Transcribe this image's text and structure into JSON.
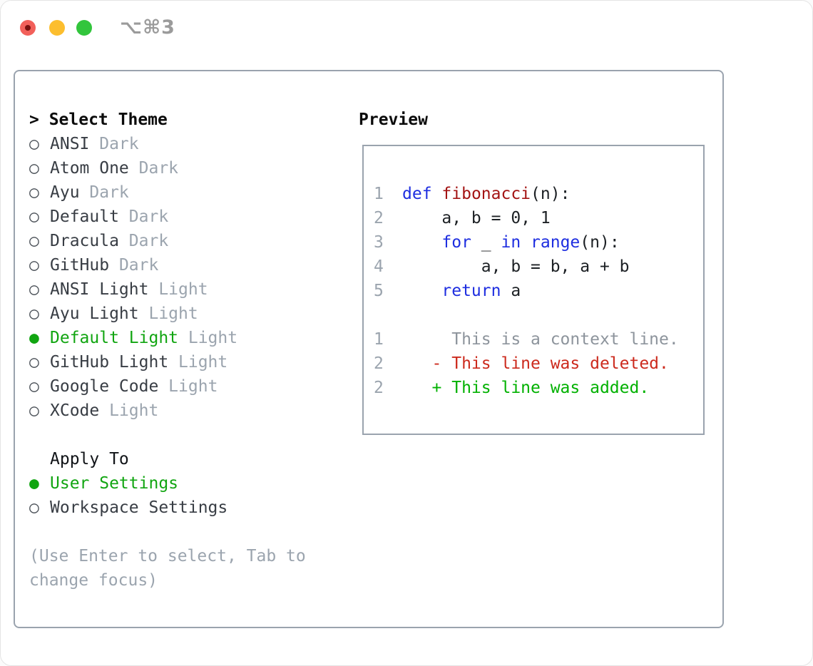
{
  "window": {
    "shortcut": "⌥⌘3",
    "traffic_lights": [
      {
        "name": "close"
      },
      {
        "name": "minimize"
      },
      {
        "name": "zoom"
      }
    ]
  },
  "colors": {
    "green": "#11a511",
    "add_green": "#00b100",
    "del_red": "#cc2a1d",
    "kw_blue": "#1e2ee0",
    "fn_red": "#a31414",
    "ctx_gray": "#8d949c",
    "muted": "#9ba4ae",
    "border_gray": "#9aa3ae",
    "light_red": "#f2605a",
    "light_red_dot": "#79100e",
    "light_yellow": "#fcbe2e",
    "light_green": "#32c53c"
  },
  "theme_panel": {
    "title": "> Select Theme",
    "items": [
      {
        "name": "ANSI",
        "variant": "Dark",
        "selected": false
      },
      {
        "name": "Atom One",
        "variant": "Dark",
        "selected": false
      },
      {
        "name": "Ayu",
        "variant": "Dark",
        "selected": false
      },
      {
        "name": "Default",
        "variant": "Dark",
        "selected": false
      },
      {
        "name": "Dracula",
        "variant": "Dark",
        "selected": false
      },
      {
        "name": "GitHub",
        "variant": "Dark",
        "selected": false
      },
      {
        "name": "ANSI Light",
        "variant": "Light",
        "selected": false
      },
      {
        "name": "Ayu Light",
        "variant": "Light",
        "selected": false
      },
      {
        "name": "Default Light",
        "variant": "Light",
        "selected": true
      },
      {
        "name": "GitHub Light",
        "variant": "Light",
        "selected": false
      },
      {
        "name": "Google Code",
        "variant": "Light",
        "selected": false
      },
      {
        "name": "XCode",
        "variant": "Light",
        "selected": false
      }
    ],
    "apply_to": {
      "title": "Apply To",
      "options": [
        {
          "label": "User Settings",
          "selected": true
        },
        {
          "label": "Workspace Settings",
          "selected": false
        }
      ]
    },
    "hint_lines": [
      "(Use Enter to select, Tab to",
      "change focus)"
    ],
    "marker_selected": "●",
    "marker_unselected": "○"
  },
  "preview": {
    "title": "Preview",
    "code_lines": [
      {
        "num": "1",
        "segments": [
          [
            "kw",
            "def"
          ],
          [
            "plain",
            " "
          ],
          [
            "fn",
            "fibonacci"
          ],
          [
            "plain",
            "(n):"
          ]
        ]
      },
      {
        "num": "2",
        "segments": [
          [
            "plain",
            "    a, b = 0, 1"
          ]
        ]
      },
      {
        "num": "3",
        "segments": [
          [
            "plain",
            "    "
          ],
          [
            "kw",
            "for"
          ],
          [
            "plain",
            " _ "
          ],
          [
            "kw",
            "in"
          ],
          [
            "plain",
            " "
          ],
          [
            "kw",
            "range"
          ],
          [
            "plain",
            "(n):"
          ]
        ]
      },
      {
        "num": "4",
        "segments": [
          [
            "plain",
            "        a, b = b, a + b"
          ]
        ]
      },
      {
        "num": "5",
        "segments": [
          [
            "plain",
            "    "
          ],
          [
            "kw",
            "return"
          ],
          [
            "plain",
            " a"
          ]
        ]
      },
      {
        "num": "",
        "segments": []
      },
      {
        "num": "1",
        "segments": [
          [
            "ctx",
            "     This is a context line."
          ]
        ]
      },
      {
        "num": "2",
        "segments": [
          [
            "del",
            "   - This line was deleted."
          ]
        ]
      },
      {
        "num": "2",
        "segments": [
          [
            "add",
            "   + This line was added."
          ]
        ]
      }
    ]
  }
}
